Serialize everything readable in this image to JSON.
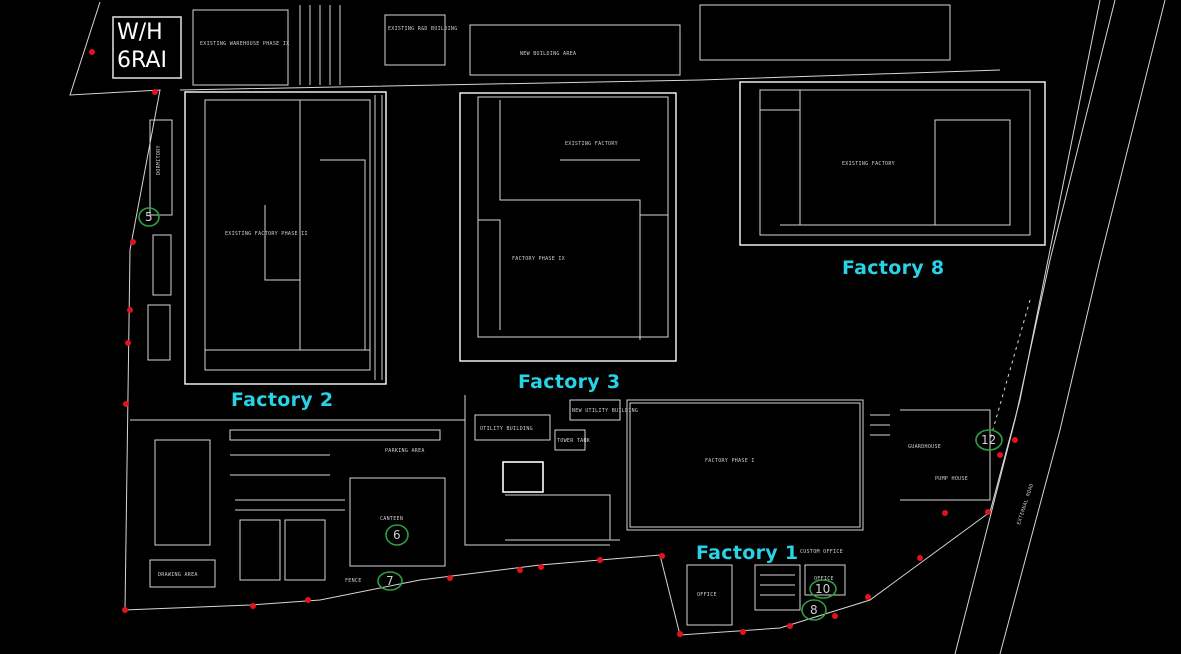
{
  "plan": {
    "warehouse_label_line1": "W/H",
    "warehouse_label_line2": "6RAI",
    "factory_labels": [
      "Factory 8",
      "Factory 3",
      "Factory 2",
      "Factory 1"
    ],
    "cad_labels": {
      "warehouse_phase": "EXISTING WAREHOUSE PHASE IX",
      "rnd_building": "EXISTING R&D BUILDING",
      "new_building": "NEW BUILDING AREA",
      "existing_factory_top": "EXISTING FACTORY",
      "factory_phase_ii": "EXISTING FACTORY PHASE II",
      "factory_phase_ix": "FACTORY PHASE IX",
      "factory_8_inner": "EXISTING FACTORY",
      "factory_phase_i": "FACTORY PHASE I",
      "canteen": "CANTEEN",
      "parking": "PARKING AREA",
      "guardhouse": "GUARDHOUSE",
      "pump_house": "PUMP HOUSE",
      "office": "OFFICE",
      "office_small": "OFFICE",
      "dormitory": "DORMITORY",
      "utility": "UTILITY BUILDING",
      "new_utility": "NEW UTILITY BUILDING",
      "tower_tank": "TOWER TANK",
      "drawing_area": "DRAWING AREA",
      "road": "EXTERNAL ROAD",
      "fence": "FENCE",
      "custom_office": "CUSTOM OFFICE"
    },
    "markers": [
      "5",
      "6",
      "7",
      "8",
      "10",
      "12"
    ]
  },
  "colors": {
    "background": "#000000",
    "linework": "#d6d6d6",
    "factory_label": "#29d3e6",
    "fence_dot": "#e0141e",
    "marker_circle": "#2ea043"
  }
}
